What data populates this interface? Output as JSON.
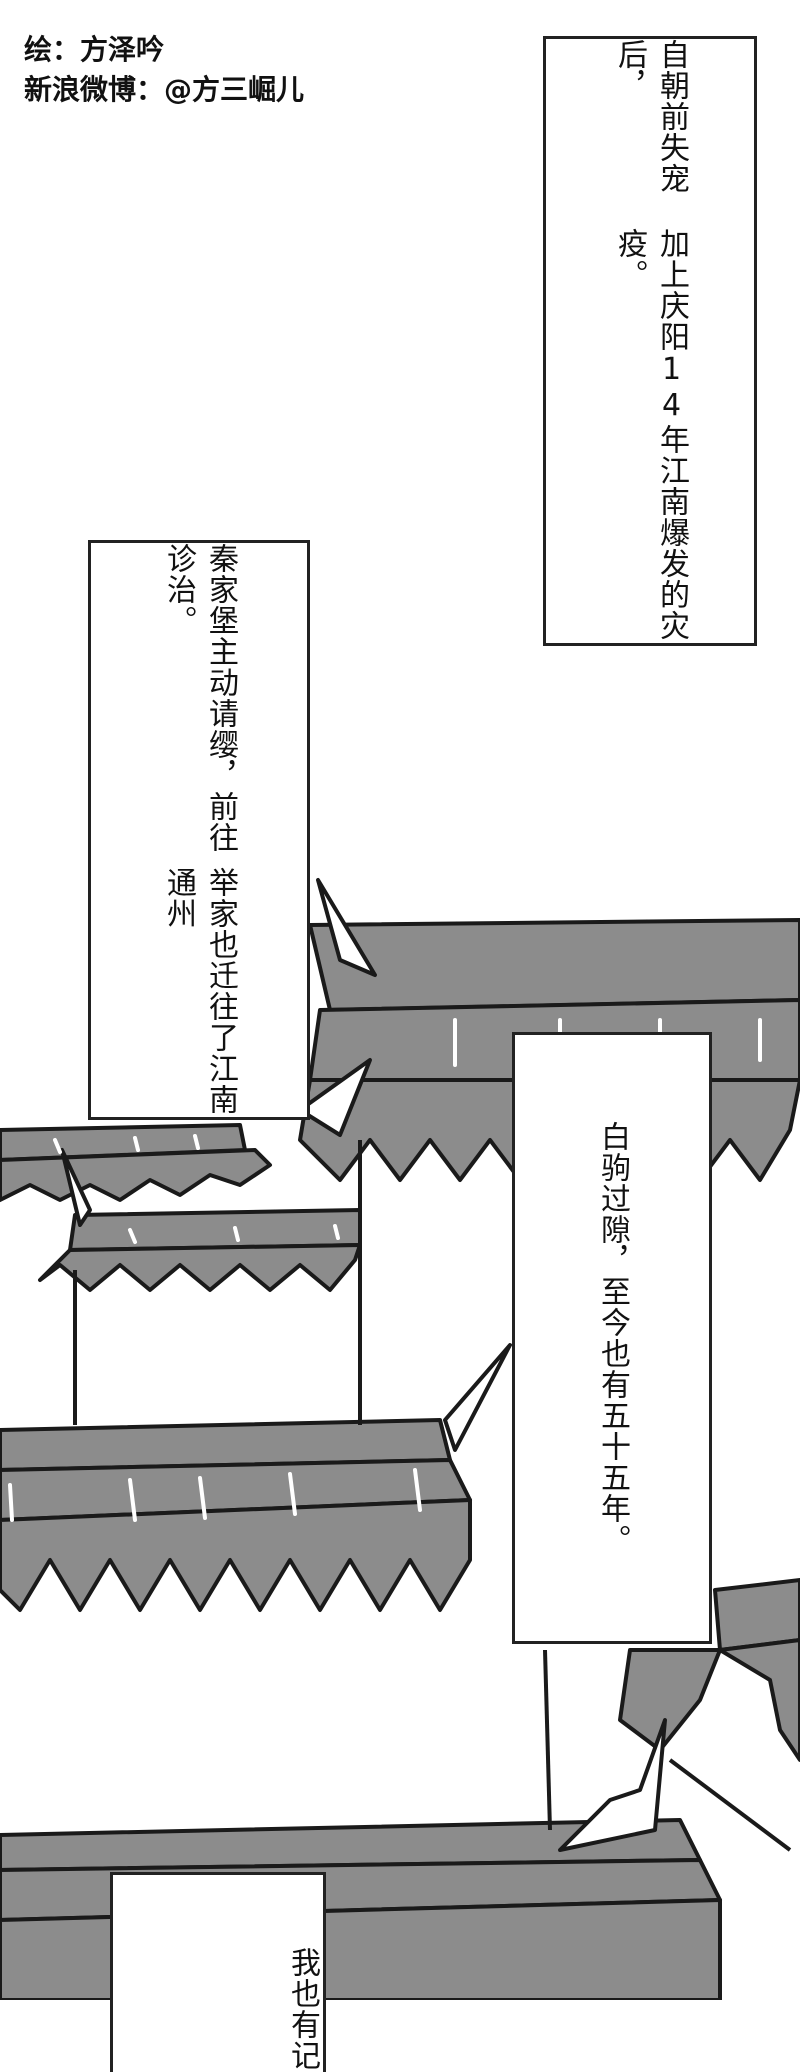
{
  "credits": {
    "artist": "绘：方泽吟",
    "weibo": "新浪微博：@方三崛儿"
  },
  "captions": [
    {
      "lines": [
        "自朝前失宠后，",
        "加上庆阳14年江南爆发的灾疫。"
      ]
    },
    {
      "lines": [
        "秦家堡主动请缨，前往诊治。",
        "举家也迁往了江南通州"
      ]
    },
    {
      "lines": [
        "白驹过隙，至今也有五十五年。"
      ]
    },
    {
      "lines": [
        "我",
        "也有记"
      ]
    }
  ],
  "colors": {
    "roof": "#8c8c8c",
    "roof_dark": "#6e6e6e",
    "outline": "#1a1a1a",
    "paper": "#ffffff"
  }
}
